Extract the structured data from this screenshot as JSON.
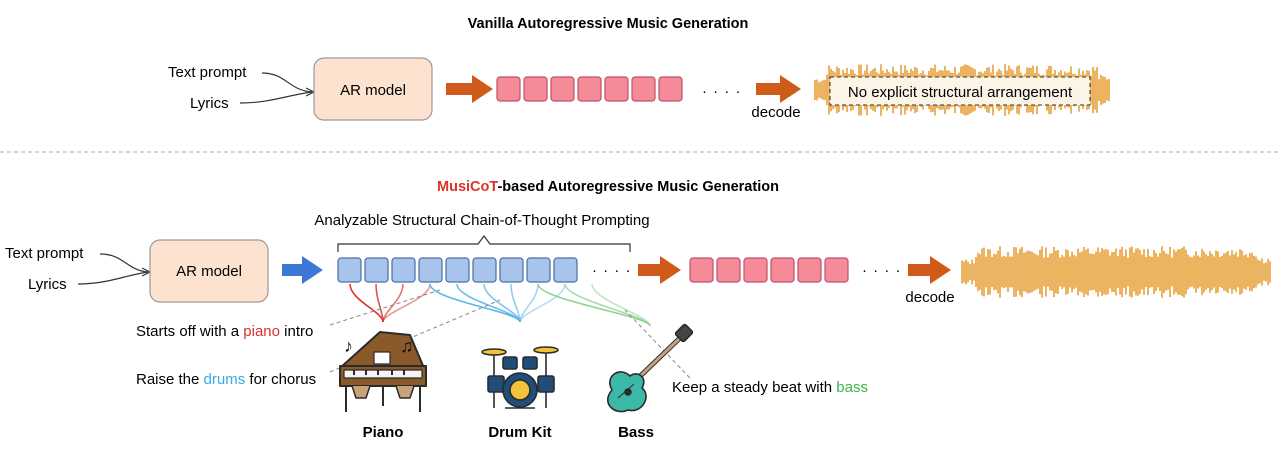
{
  "top": {
    "title": "Vanilla Autoregressive Music Generation",
    "inputs": [
      "Text prompt",
      "Lyrics"
    ],
    "model_label": "AR model",
    "decode_label": "decode",
    "waveform_caption": "No explicit structural arrangement",
    "ellipsis": "· · · ·"
  },
  "bottom": {
    "title_brand": "MusiCoT",
    "title_rest": "-based Autoregressive Music Generation",
    "inputs": [
      "Text prompt",
      "Lyrics"
    ],
    "model_label": "AR model",
    "brace_label": "Analyzable Structural Chain-of-Thought Prompting",
    "decode_label": "decode",
    "ellipsis": "· · · ·",
    "notes": [
      {
        "pre": "Starts off with a ",
        "key": "piano",
        "post": " intro",
        "color": "#d9322c"
      },
      {
        "pre": "Raise the ",
        "key": "drums",
        "post": " for chorus",
        "color": "#3aa9e0"
      },
      {
        "pre": "Keep a steady beat with ",
        "key": "bass",
        "post": "",
        "color": "#3cb44b"
      }
    ],
    "instruments": [
      "Piano",
      "Drum Kit",
      "Bass"
    ]
  },
  "colors": {
    "brand": "#d9322c",
    "ar_box_fill": "#fde3cf",
    "ar_box_stroke": "#9a9a9a",
    "arrow_orange": "#cf5a1a",
    "arrow_blue": "#3b78d8",
    "token_pink": "#f58a98",
    "token_blue": "#a9c4ec",
    "waveform": "#e8a23a"
  }
}
